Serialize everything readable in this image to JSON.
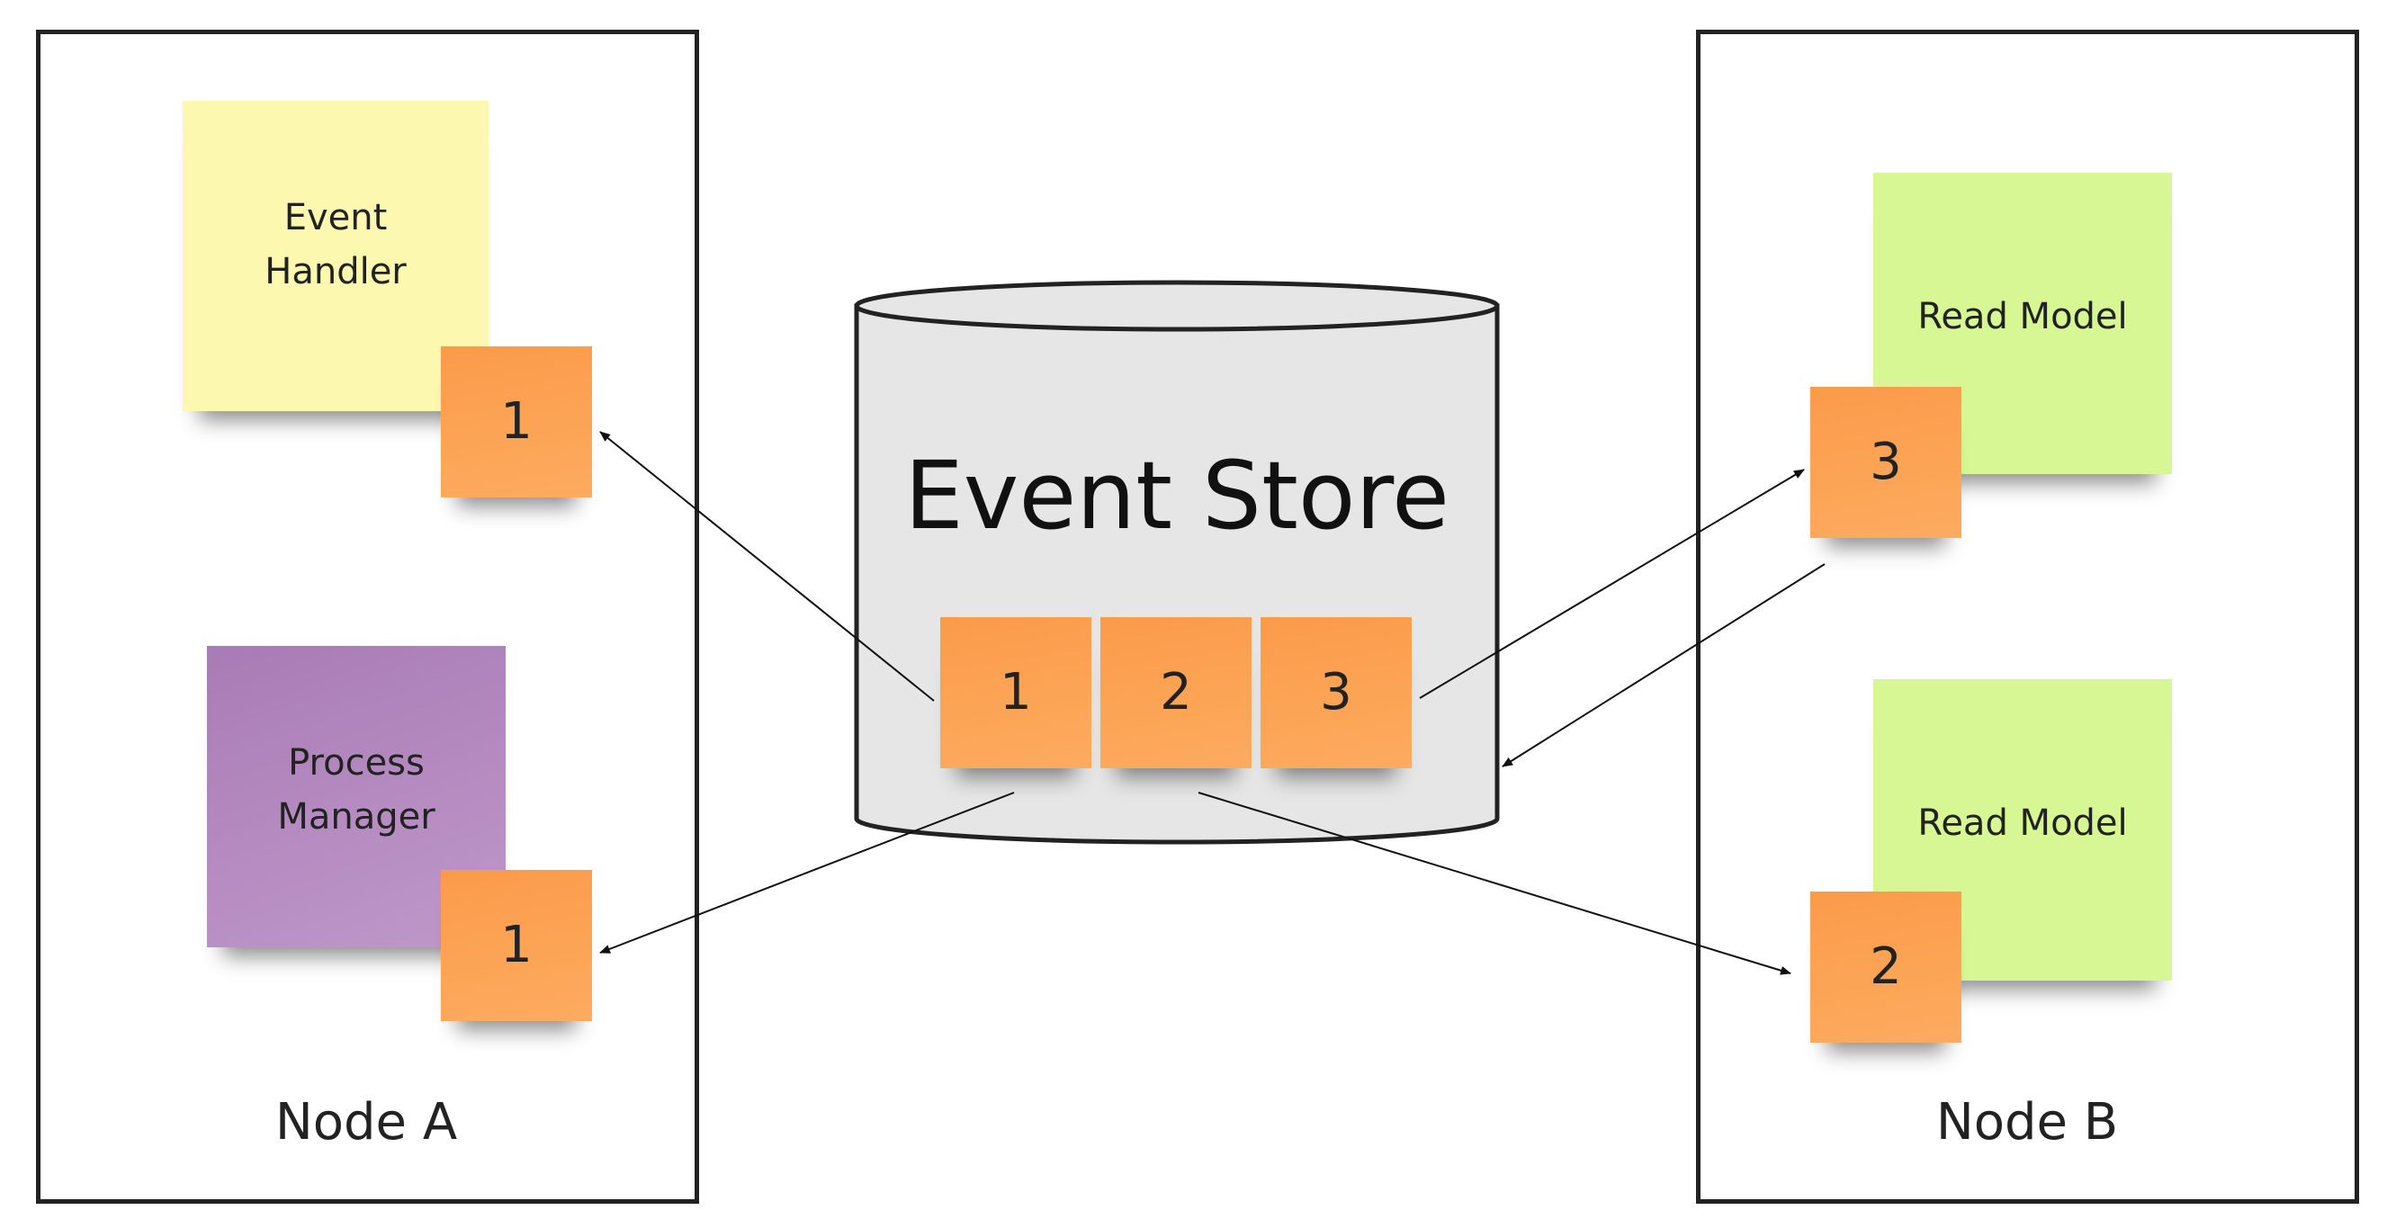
{
  "node_a": {
    "label": "Node A",
    "event_handler": {
      "label": "Event\nHandler",
      "event": "1"
    },
    "process_manager": {
      "label": "Process\nManager",
      "event": "1"
    }
  },
  "event_store": {
    "title": "Event Store",
    "events": [
      "1",
      "2",
      "3"
    ]
  },
  "node_b": {
    "label": "Node B",
    "read_model_top": {
      "label": "Read Model",
      "event": "3"
    },
    "read_model_bottom": {
      "label": "Read Model",
      "event": "2"
    }
  },
  "colors": {
    "event": "#fc9e4f",
    "event_handler": "#fdf8b0",
    "process_manager": "#b18bbf",
    "read_model": "#d6f794",
    "store_fill": "#e6e6e6"
  }
}
